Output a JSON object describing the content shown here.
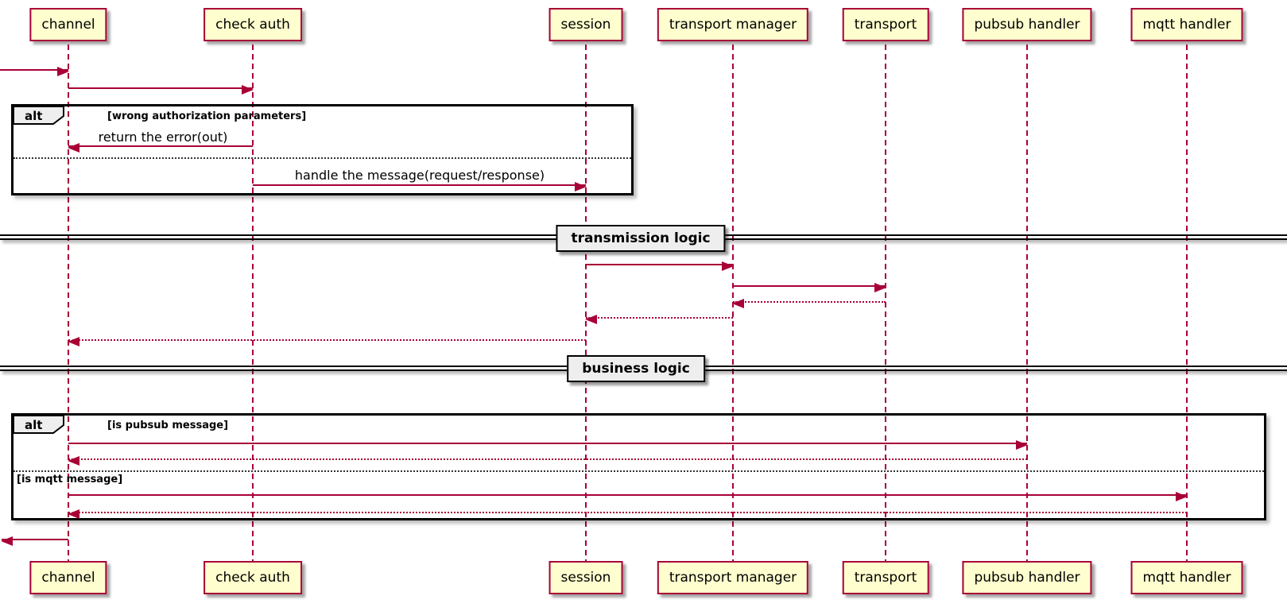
{
  "diagram": {
    "type": "sequence-diagram",
    "participants": [
      {
        "name": "channel"
      },
      {
        "name": "check auth"
      },
      {
        "name": "session"
      },
      {
        "name": "transport manager"
      },
      {
        "name": "transport"
      },
      {
        "name": "pubsub handler"
      },
      {
        "name": "mqtt handler"
      }
    ],
    "messages": {
      "return_error": "return the error(out)",
      "handle_message": "handle the message(request/response)"
    },
    "fragments": [
      {
        "keyword": "alt",
        "conditions": [
          "[wrong authorization parameters]"
        ]
      },
      {
        "keyword": "alt",
        "conditions": [
          "[is pubsub message]",
          "[is mqtt message]"
        ]
      }
    ],
    "dividers": [
      {
        "label": "transmission logic"
      },
      {
        "label": "business logic"
      }
    ],
    "colors": {
      "accent": "#A80036",
      "participant_fill": "#FEFECE",
      "participant_border": "#A80036",
      "frame_border": "#000000",
      "label_fill": "#EEEEEE"
    }
  }
}
